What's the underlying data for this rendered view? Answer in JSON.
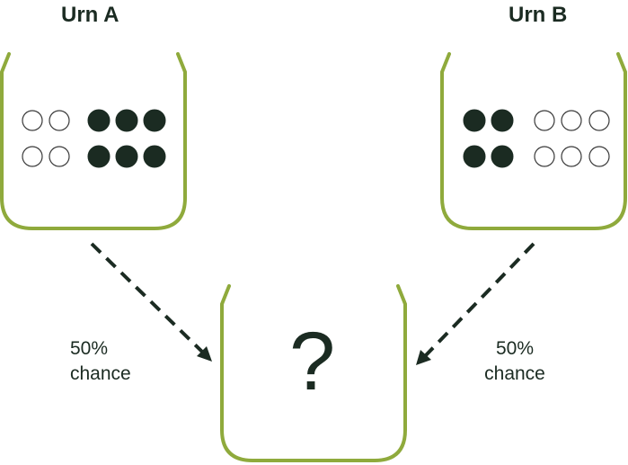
{
  "urns": [
    {
      "title": "Urn A",
      "balls": [
        [
          "white",
          "white",
          "black",
          "black",
          "black"
        ],
        [
          "white",
          "white",
          "black",
          "black",
          "black"
        ]
      ]
    },
    {
      "title": "Urn B",
      "balls": [
        [
          "black",
          "black",
          "white",
          "white",
          "white"
        ],
        [
          "black",
          "black",
          "white",
          "white",
          "white"
        ]
      ]
    }
  ],
  "chance_left": {
    "line1": "50%",
    "line2": "chance"
  },
  "chance_right": {
    "line1": "50%",
    "line2": "chance"
  },
  "mystery": {
    "symbol": "?"
  },
  "colors": {
    "urn_outline": "#8faa3c",
    "ball_dark": "#1b2b22",
    "arrow": "#1b2b22",
    "text": "#1b2b22"
  }
}
